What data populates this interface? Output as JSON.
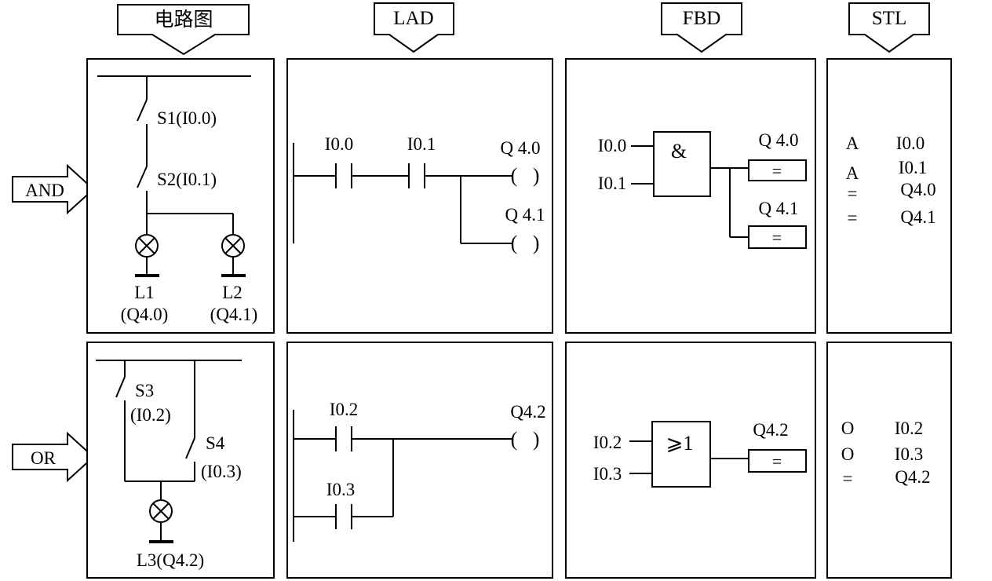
{
  "headers": {
    "circuit": "电路图",
    "lad": "LAD",
    "fbd": "FBD",
    "stl": "STL"
  },
  "row_labels": {
    "and": "AND",
    "or": "OR"
  },
  "and_row": {
    "circuit": {
      "switch1": "S1(I0.0)",
      "switch2": "S2(I0.1)",
      "lamp1_name": "L1",
      "lamp1_addr": "(Q4.0)",
      "lamp2_name": "L2",
      "lamp2_addr": "(Q4.1)"
    },
    "lad": {
      "contact1": "I0.0",
      "contact2": "I0.1",
      "coil1": "Q 4.0",
      "coil2": "Q 4.1",
      "coil_symbol": "(   )"
    },
    "fbd": {
      "input1": "I0.0",
      "input2": "I0.1",
      "gate": "&",
      "output1": "Q 4.0",
      "output2": "Q 4.1",
      "assign": "="
    },
    "stl": [
      {
        "op": "A",
        "operand": "I0.0"
      },
      {
        "op": "A",
        "operand": "I0.1"
      },
      {
        "op": "=",
        "operand": "Q4.0"
      },
      {
        "op": "=",
        "operand": "Q4.1"
      }
    ]
  },
  "or_row": {
    "circuit": {
      "switch3_name": "S3",
      "switch3_addr": "(I0.2)",
      "switch4_name": "S4",
      "switch4_addr": "(I0.3)",
      "lamp3": "L3(Q4.2)"
    },
    "lad": {
      "contact1": "I0.2",
      "contact2": "I0.3",
      "coil": "Q4.2",
      "coil_symbol": "(   )"
    },
    "fbd": {
      "input1": "I0.2",
      "input2": "I0.3",
      "gate": "⩾1",
      "output": "Q4.2",
      "assign": "="
    },
    "stl": [
      {
        "op": "O",
        "operand": "I0.2"
      },
      {
        "op": "O",
        "operand": "I0.3"
      },
      {
        "op": "=",
        "operand": "Q4.2"
      }
    ]
  }
}
